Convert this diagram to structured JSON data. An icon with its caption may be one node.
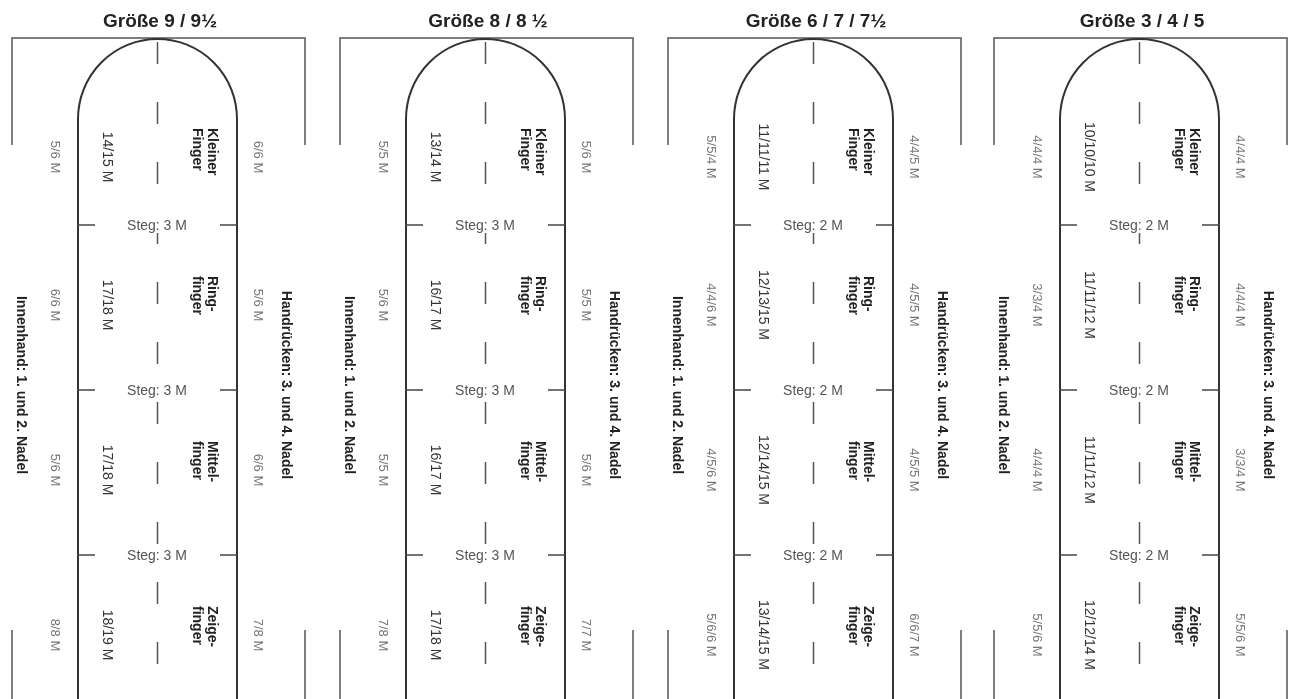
{
  "diagram": {
    "nodes": [
      {
        "text": [
          "Kleiner Finger",
          "14/15 M",
          "Steg: 3 M",
          "Ring- finger",
          "17/18 M",
          "Steg: 3 M",
          "Mittel- finger",
          "17/18 M",
          "Steg: 3 M",
          "Zeige- finger",
          "18/19 M"
        ]
      },
      {
        "text": [
          "Kleiner Finger",
          "13/14 M",
          "Steg: 3 M",
          "Ring- finger",
          "16/17 M",
          "Steg: 3 M",
          "Mittel- finger",
          "16/17 M",
          "Steg: 3 M",
          "Zeige- finger",
          "17/18 M"
        ]
      },
      {
        "text": [
          "Kleiner Finger",
          "11/11/11 M",
          "Steg: 2 M",
          "Ring- finger",
          "12/13/15 M",
          "Steg: 2 M",
          "Mittel- finger",
          "12/14/15 M",
          "Steg: 2 M",
          "Zeige- finger",
          "13/14/15 M"
        ]
      },
      {
        "text": [
          "Kleiner Finger",
          "10/10/10 M",
          "Steg: 2 M",
          "Ring- finger",
          "11/11/12 M",
          "Steg: 2 M",
          "Mittel- finger",
          "11/11/12 M",
          "Steg: 2 M",
          "Zeige- finger",
          "12/12/14 M"
        ]
      }
    ],
    "labels": [
      "Größe 9 / 9½",
      "Innenhand: 1. und 2. Nadel",
      "5/6 M",
      "6/6 M",
      "5/6 M",
      "8/8 M",
      "6/6 M",
      "5/6 M",
      "6/6 M",
      "7/8 M",
      "Handrücken: 3. und 4. Nadel",
      "Größe 8 / 8 ½",
      "Innenhand: 1. und 2. Nadel",
      "5/5 M",
      "5/6 M",
      "5/5 M",
      "7/8 M",
      "5/6 M",
      "5/5 M",
      "5/6 M",
      "7/7 M",
      "Handrücken: 3. und 4. Nadel",
      "Größe 6 / 7 / 7½",
      "Innenhand: 1. und 2. Nadel",
      "5/5/4 M",
      "4/4/6 M",
      "4/5/6 M",
      "5/6/6 M",
      "4/4/5 M",
      "4/5/5 M",
      "4/5/5 M",
      "6/6/7 M",
      "Handrücken: 3. und 4. Nadel",
      "Größe 3 / 4 / 5",
      "Innenhand: 1. und 2. Nadel",
      "4/4/4 M",
      "3/3/4 M",
      "4/4/4 M",
      "5/5/6 M",
      "4/4/4 M",
      "4/4/4 M",
      "3/3/4 M",
      "5/5/6 M",
      "Handrücken: 3. und 4. Nadel"
    ]
  }
}
